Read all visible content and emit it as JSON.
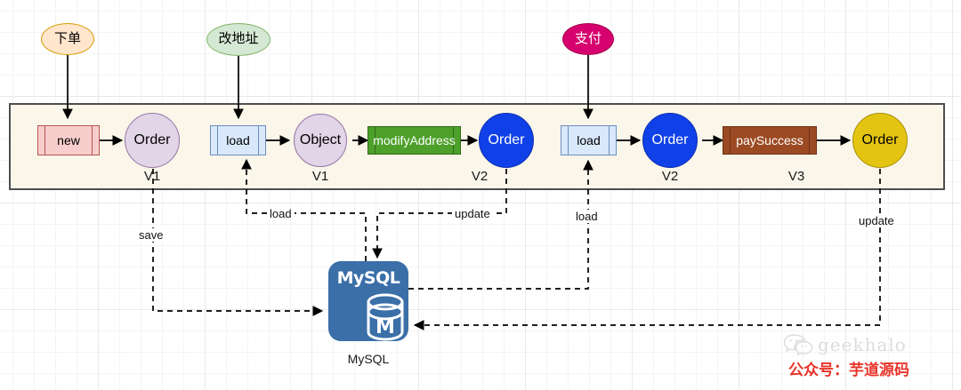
{
  "diagram": {
    "title": "Order event-sourcing state flow",
    "background": "#ffffff",
    "lane": {
      "fill": "#faf6e9",
      "stroke": "#4d4d4d"
    }
  },
  "triggers": [
    {
      "label": "下单",
      "fill": "#ffe6cc",
      "stroke": "#d79b00",
      "text_color": "#000000"
    },
    {
      "label": "改地址",
      "fill": "#d5e8d4",
      "stroke": "#82b366",
      "text_color": "#000000"
    },
    {
      "label": "支付",
      "fill": "#d6006e",
      "stroke": "#a1004f",
      "text_color": "#ffffff"
    }
  ],
  "steps": [
    {
      "name": "new",
      "type": "process",
      "fill": "#f8cecc",
      "stroke": "#b85450",
      "text_color": "#000000"
    },
    {
      "name": "Order",
      "type": "circle",
      "version": "V1",
      "fill": "#e1d5e7",
      "stroke": "#9673a6",
      "text_color": "#000000"
    },
    {
      "name": "load",
      "type": "process",
      "fill": "#dae8fc",
      "stroke": "#6c8ebf",
      "text_color": "#000000"
    },
    {
      "name": "Object",
      "type": "circle",
      "version": "V1",
      "fill": "#e1d5e7",
      "stroke": "#9673a6",
      "text_color": "#000000"
    },
    {
      "name": "modifyAddress",
      "type": "process",
      "fill": "#4da02a",
      "stroke": "#2f6b18",
      "text_color": "#ffffff"
    },
    {
      "name": "Order",
      "type": "circle",
      "version": "V2",
      "fill": "#1040e8",
      "stroke": "#0c2fae",
      "text_color": "#ffffff"
    },
    {
      "name": "load",
      "type": "process",
      "fill": "#dae8fc",
      "stroke": "#6c8ebf",
      "text_color": "#000000"
    },
    {
      "name": "Order",
      "type": "circle",
      "version": "V2",
      "fill": "#1040e8",
      "stroke": "#0c2fae",
      "text_color": "#ffffff"
    },
    {
      "name": "paySuccess",
      "type": "process",
      "fill": "#9c4a23",
      "stroke": "#6e3315",
      "text_color": "#ffffff"
    },
    {
      "name": "Order",
      "type": "circle",
      "version": "V3",
      "fill": "#e3c411",
      "stroke": "#a68f08",
      "text_color": "#000000"
    }
  ],
  "version_labels": [
    "V1",
    "V1",
    "V2",
    "V2",
    "V3"
  ],
  "edge_labels": {
    "save": "save",
    "load_1": "load",
    "update_1": "update",
    "load_2": "load",
    "update_2": "update"
  },
  "datastore": {
    "logo_text": "MySQL",
    "cylinder_letter": "M",
    "caption": "MySQL",
    "fill": "#3a6fa8"
  },
  "watermark": {
    "brand": "geekhalo",
    "brand_color": "#dcdcdc",
    "account": "公众号：芋道源码",
    "account_color": "#e8342a",
    "icon": "wechat-icon"
  }
}
